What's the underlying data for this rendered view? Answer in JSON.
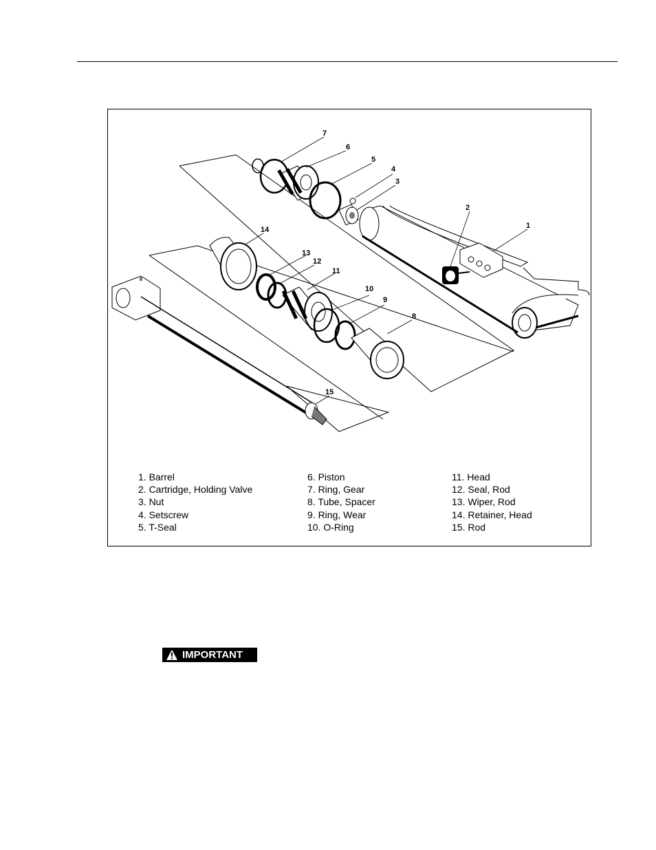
{
  "figure": {
    "callouts": [
      "1",
      "2",
      "3",
      "4",
      "5",
      "6",
      "7",
      "8",
      "9",
      "10",
      "11",
      "12",
      "13",
      "14",
      "15"
    ],
    "legend": {
      "col1": [
        "1. Barrel",
        "2. Cartridge, Holding Valve",
        "3. Nut",
        "4. Setscrew",
        "5. T-Seal"
      ],
      "col2": [
        "6. Piston",
        "7. Ring, Gear",
        "8. Tube, Spacer",
        "9. Ring, Wear",
        "10. O-Ring"
      ],
      "col3": [
        "11. Head",
        "12. Seal, Rod",
        "13. Wiper, Rod",
        "14. Retainer, Head",
        "15. Rod"
      ]
    }
  },
  "notice": {
    "label": "IMPORTANT",
    "icon": "warning-triangle-icon"
  }
}
